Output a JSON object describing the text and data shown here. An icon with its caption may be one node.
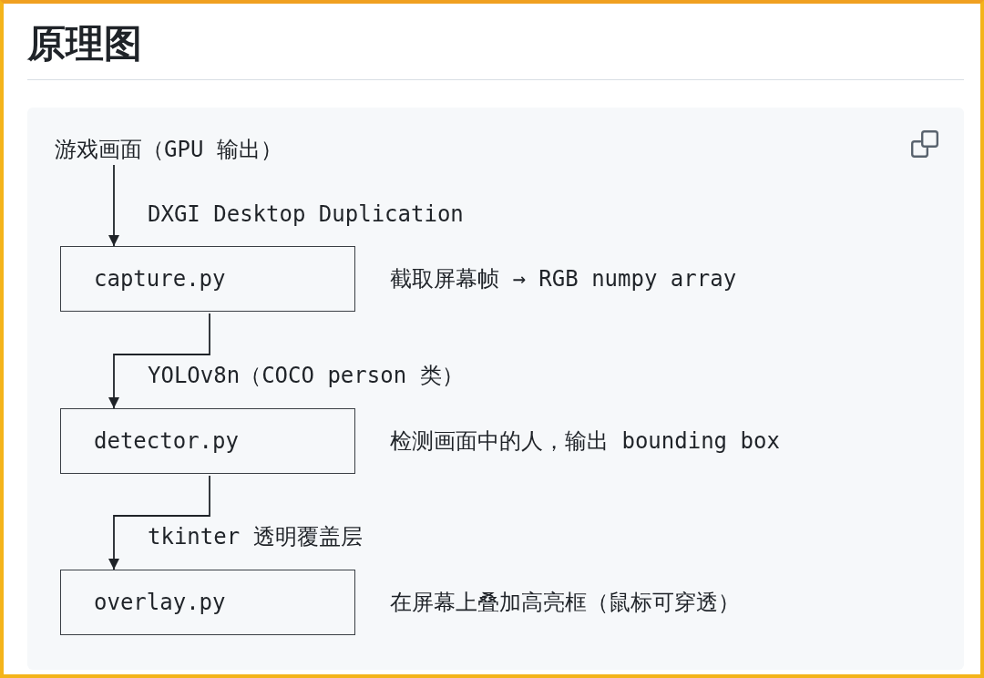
{
  "diagram": {
    "title": "原理图",
    "nodes": [
      {
        "text": [
          "游戏画面（GPU 输出）"
        ]
      },
      {
        "text": [
          "capture.py"
        ],
        "beside": [
          "截取屏幕帧 → RGB numpy array"
        ]
      },
      {
        "text": [
          "detector.py"
        ],
        "beside": [
          "检测画面中的人，输出 bounding box"
        ]
      },
      {
        "text": [
          "overlay.py"
        ],
        "beside": [
          "在屏幕上叠加高亮框（鼠标可穿透）"
        ]
      }
    ],
    "edges": [
      {
        "from": 0,
        "to": 1,
        "arrow": "to",
        "label": "DXGI Desktop Duplication"
      },
      {
        "from": 1,
        "to": 2,
        "arrow": "to",
        "label": "YOLOv8n（COCO person 类）"
      },
      {
        "from": 2,
        "to": 3,
        "arrow": "to",
        "label": "tkinter 透明覆盖层"
      }
    ]
  }
}
